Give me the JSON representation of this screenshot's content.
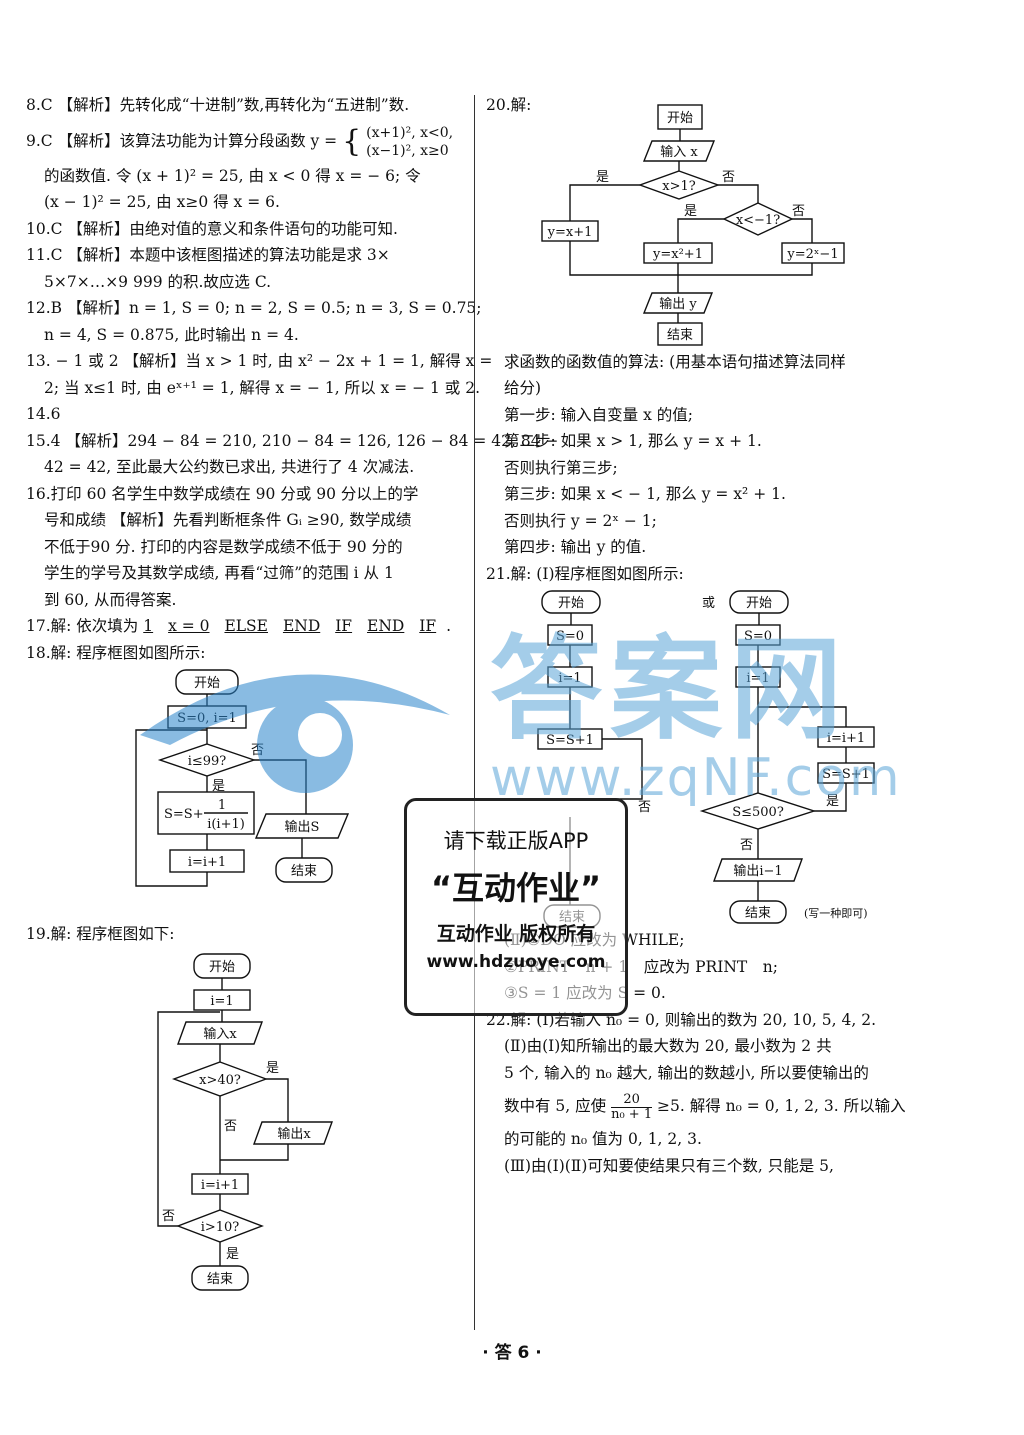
{
  "left": {
    "q8": "8.C 【解析】先转化成“十进制”数,再转化为“五进制”数.",
    "q9_a": "9.C 【解析】该算法功能为计算分段函数 y =",
    "q9_case1": "(x+1)², x<0,",
    "q9_case2": "(x−1)², x≥0",
    "q9_b": "的函数值. 令 (x + 1)² = 25, 由 x < 0 得 x = − 6; 令",
    "q9_c": "(x − 1)² = 25, 由 x≥0 得 x = 6.",
    "q10": "10.C 【解析】由绝对值的意义和条件语句的功能可知.",
    "q11_a": "11.C 【解析】本题中该框图描述的算法功能是求 3×",
    "q11_b": "5×7×…×9 999 的积.故应选 C.",
    "q12_a": "12.B 【解析】n = 1, S = 0; n = 2, S = 0.5; n = 3, S = 0.75;",
    "q12_b": "n = 4, S = 0.875, 此时输出 n = 4.",
    "q13_a": "13. − 1 或 2 【解析】当 x > 1 时, 由 x² − 2x + 1 = 1, 解得 x =",
    "q13_b": "2; 当 x≤1 时, 由 eˣ⁺¹ = 1, 解得 x = − 1, 所以 x = − 1 或 2.",
    "q14": "14.6",
    "q15_a": "15.4 【解析】294 − 84 = 210, 210 − 84 = 126, 126 − 84 = 42, 84 −",
    "q15_b": "42 = 42, 至此最大公约数已求出, 共进行了 4 次减法.",
    "q16_a": "16.打印 60 名学生中数学成绩在 90 分或 90 分以上的学",
    "q16_b": "号和成绩 【解析】先看判断框条件 Gᵢ ≥90, 数学成绩",
    "q16_c": "不低于90 分. 打印的内容是数学成绩不低于 90 分的",
    "q16_d": "学生的学号及其数学成绩, 再看“过筛”的范围 i 从 1",
    "q16_e": "到 60, 从而得答案.",
    "q17_label": "17.解: 依次填为",
    "q17_fills": [
      "1",
      "x = 0",
      "ELSE",
      "END",
      "IF",
      "END",
      "IF"
    ],
    "q17_end": ".",
    "q18": "18.解: 程序框图如图所示:",
    "q19": "19.解: 程序框图如下:"
  },
  "fc18": {
    "start": "开始",
    "init": "S=0, i=1",
    "cond": "i≤99?",
    "yes": "是",
    "no": "否",
    "frac_num": "1",
    "frac_den": "i(i+1)",
    "assign_prefix": "S=S+",
    "inc": "i=i+1",
    "output": "输出S",
    "end": "结束"
  },
  "fc19": {
    "start": "开始",
    "init": "i=1",
    "input": "输入x",
    "cond1": "x>40?",
    "yes": "是",
    "no": "否",
    "output": "输出x",
    "inc": "i=i+1",
    "cond2": "i>10?",
    "end": "结束"
  },
  "right": {
    "q20": "20.解:",
    "q20_text": [
      "求函数的函数值的算法: (用基本语句描述算法同样",
      "给分)",
      "第一步: 输入自变量 x 的值;",
      "第二步: 如果 x > 1, 那么 y = x + 1.",
      "否则执行第三步;",
      "第三步: 如果 x < − 1, 那么 y = x² + 1.",
      "否则执行 y = 2ˣ − 1;",
      "第四步: 输出 y 的值."
    ],
    "q21": "21.解: (Ⅰ)程序框图如图所示:",
    "q21_text": [
      "(Ⅱ)①DO 应改为 WHILE;",
      "②PRINT　n + 1　应改为 PRINT　n;",
      "③S = 1 应改为 S = 0."
    ],
    "q22_a": "22.解: (Ⅰ)若输入 n₀ = 0, 则输出的数为 20, 10, 5, 4, 2.",
    "q22_b": "(Ⅱ)由(Ⅰ)知所输出的最大数为 20, 最小数为 2 共",
    "q22_c": "5 个, 输入的 n₀ 越大, 输出的数越小, 所以要使输出的",
    "q22_d1": "数中有 5, 应使",
    "q22_frac_num": "20",
    "q22_frac_den": "n₀ + 1",
    "q22_d2": "≥5. 解得 n₀ = 0, 1, 2, 3. 所以输入",
    "q22_e": "的可能的 n₀ 值为 0, 1, 2, 3.",
    "q22_f": "(Ⅲ)由(Ⅰ)(Ⅱ)可知要使结果只有三个数, 只能是 5,"
  },
  "fc20": {
    "start": "开始",
    "input": "输入 x",
    "cond1": "x>1?",
    "cond2": "x<−1?",
    "yes": "是",
    "no": "否",
    "a1": "y=x+1",
    "a2": "y=x²+1",
    "a3": "y=2ˣ−1",
    "output": "输出 y",
    "end": "结束"
  },
  "fc21": {
    "start": "开始",
    "or": "或",
    "s0": "S=0",
    "i1": "i=1",
    "ss1": "S=S+1",
    "ii1": "i=i+1",
    "cond": "S≤500?",
    "yes": "是",
    "no": "否",
    "output": "输出i−1",
    "end": "结束",
    "note": "(写一种即可)"
  },
  "watermark": {
    "site": "答案网",
    "url": "www.zqNF.com",
    "stamp_1": "请下载正版APP",
    "stamp_2": "“互动作业”",
    "stamp_3": "互动作业 版权所有",
    "stamp_4": "www.hdzuoye.com"
  },
  "footer": "· 答 6 ·"
}
